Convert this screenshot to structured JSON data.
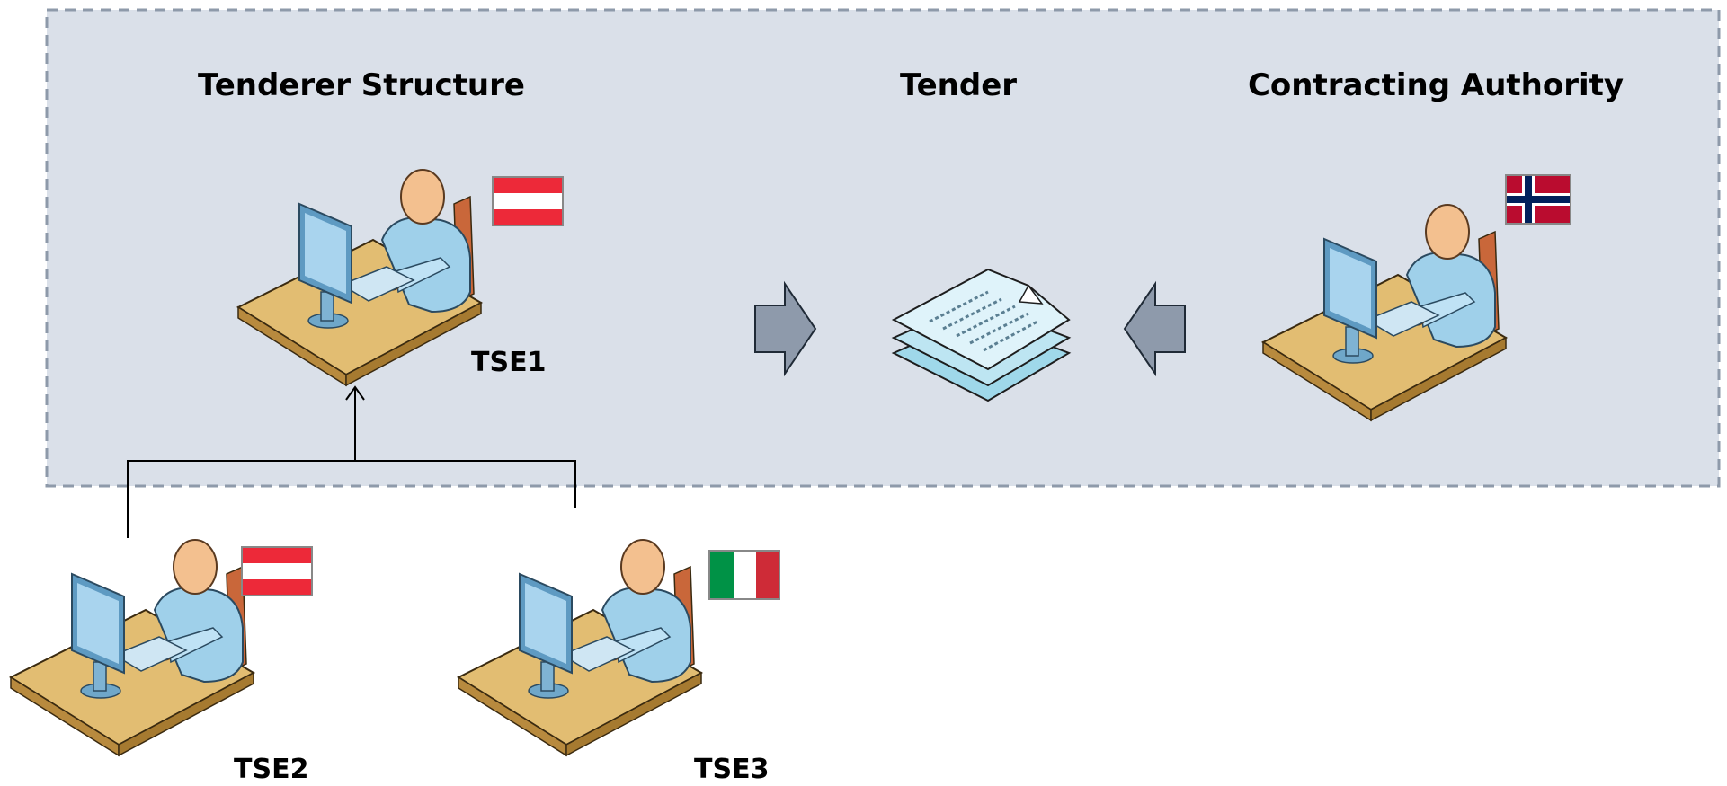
{
  "headings": {
    "tenderer_structure": "Tenderer Structure",
    "tender": "Tender",
    "contracting_authority": "Contracting Authority"
  },
  "entities": {
    "tse1": "TSE1",
    "tse2": "TSE2",
    "tse3": "TSE3"
  },
  "flags": {
    "tse1": "austria",
    "tse2": "austria",
    "tse3": "italy",
    "contracting_authority": "norway"
  },
  "icons": {
    "workstation": "user-at-computer-icon",
    "document": "document-stack-icon",
    "arrow": "block-arrow-icon"
  },
  "colors": {
    "panel": "#dae0e9",
    "panel_border": "#8e9aaa",
    "arrow_fill": "#8e9aab",
    "austria_red": "#ed2939",
    "italy_green": "#009246",
    "italy_red": "#ce2b37",
    "norway_red": "#ba0c2f",
    "norway_blue": "#00205b"
  }
}
